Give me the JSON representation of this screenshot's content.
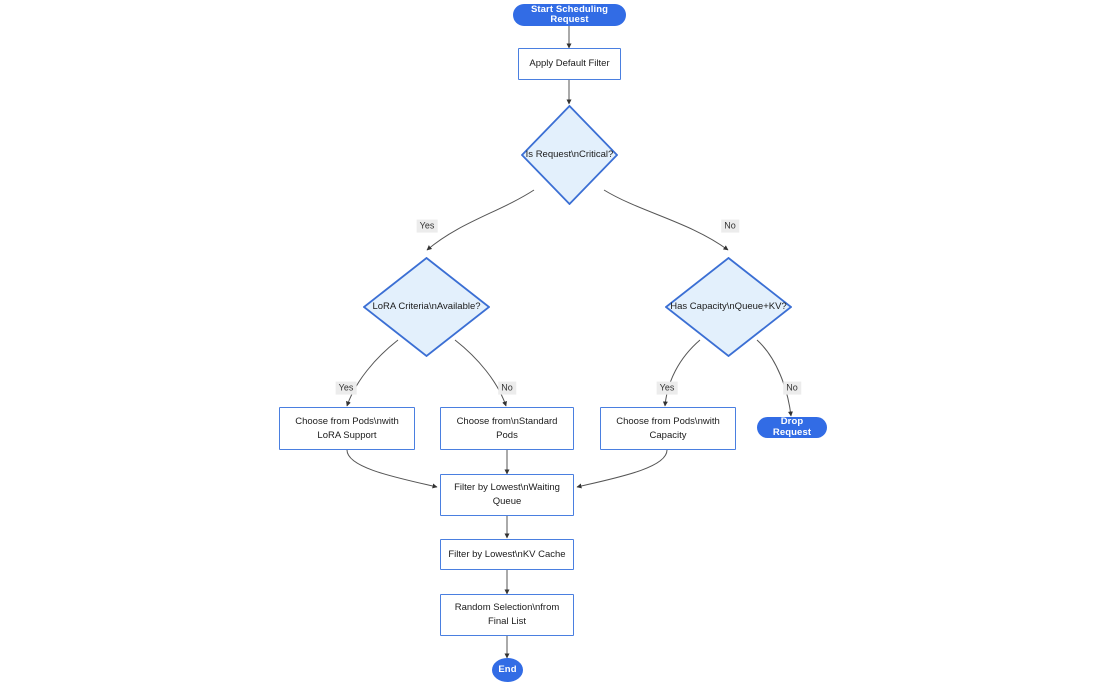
{
  "diagram": {
    "title": "Scheduling Request Flowchart",
    "colors": {
      "terminator_fill": "#326ce5",
      "terminator_text": "#ffffff",
      "process_fill": "#ffffff",
      "process_border": "#4a7fe0",
      "decision_fill": "#e3f0fc",
      "decision_border": "#3b6fd4",
      "edge_stroke": "#555555",
      "edge_label_bg": "#ececec",
      "text": "#1b1b1b",
      "background": "#ffffff"
    },
    "nodes": [
      {
        "id": "start",
        "shape": "pill",
        "label": "Start Scheduling Request"
      },
      {
        "id": "apply_filter",
        "shape": "rect",
        "label": "Apply Default Filter"
      },
      {
        "id": "is_critical",
        "shape": "diamond",
        "label": "Is Request\\nCritical?"
      },
      {
        "id": "lora_criteria",
        "shape": "diamond",
        "label": "LoRA Criteria\\nAvailable?"
      },
      {
        "id": "has_capacity",
        "shape": "diamond",
        "label": "Has Capacity\\nQueue+KV?"
      },
      {
        "id": "pods_lora",
        "shape": "rect",
        "label": "Choose from Pods\\nwith\nLoRA Support"
      },
      {
        "id": "pods_standard",
        "shape": "rect",
        "label": "Choose from\\nStandard\nPods"
      },
      {
        "id": "pods_capacity",
        "shape": "rect",
        "label": "Choose from Pods\\nwith\nCapacity"
      },
      {
        "id": "drop_request",
        "shape": "pill",
        "label": "Drop Request"
      },
      {
        "id": "filter_queue",
        "shape": "rect",
        "label": "Filter by Lowest\\nWaiting\nQueue"
      },
      {
        "id": "filter_kv",
        "shape": "rect",
        "label": "Filter by Lowest\\nKV Cache"
      },
      {
        "id": "random_select",
        "shape": "rect",
        "label": "Random Selection\\nfrom\nFinal List"
      },
      {
        "id": "end",
        "shape": "ellipse",
        "label": "End"
      }
    ],
    "edge_labels": {
      "critical_yes": "Yes",
      "critical_no": "No",
      "lora_yes": "Yes",
      "lora_no": "No",
      "capacity_yes": "Yes",
      "capacity_no": "No"
    },
    "edges": [
      {
        "from": "start",
        "to": "apply_filter",
        "label": ""
      },
      {
        "from": "apply_filter",
        "to": "is_critical",
        "label": ""
      },
      {
        "from": "is_critical",
        "to": "lora_criteria",
        "label": "Yes"
      },
      {
        "from": "is_critical",
        "to": "has_capacity",
        "label": "No"
      },
      {
        "from": "lora_criteria",
        "to": "pods_lora",
        "label": "Yes"
      },
      {
        "from": "lora_criteria",
        "to": "pods_standard",
        "label": "No"
      },
      {
        "from": "has_capacity",
        "to": "pods_capacity",
        "label": "Yes"
      },
      {
        "from": "has_capacity",
        "to": "drop_request",
        "label": "No"
      },
      {
        "from": "pods_lora",
        "to": "filter_queue",
        "label": ""
      },
      {
        "from": "pods_standard",
        "to": "filter_queue",
        "label": ""
      },
      {
        "from": "pods_capacity",
        "to": "filter_queue",
        "label": ""
      },
      {
        "from": "filter_queue",
        "to": "filter_kv",
        "label": ""
      },
      {
        "from": "filter_kv",
        "to": "random_select",
        "label": ""
      },
      {
        "from": "random_select",
        "to": "end",
        "label": ""
      }
    ]
  }
}
